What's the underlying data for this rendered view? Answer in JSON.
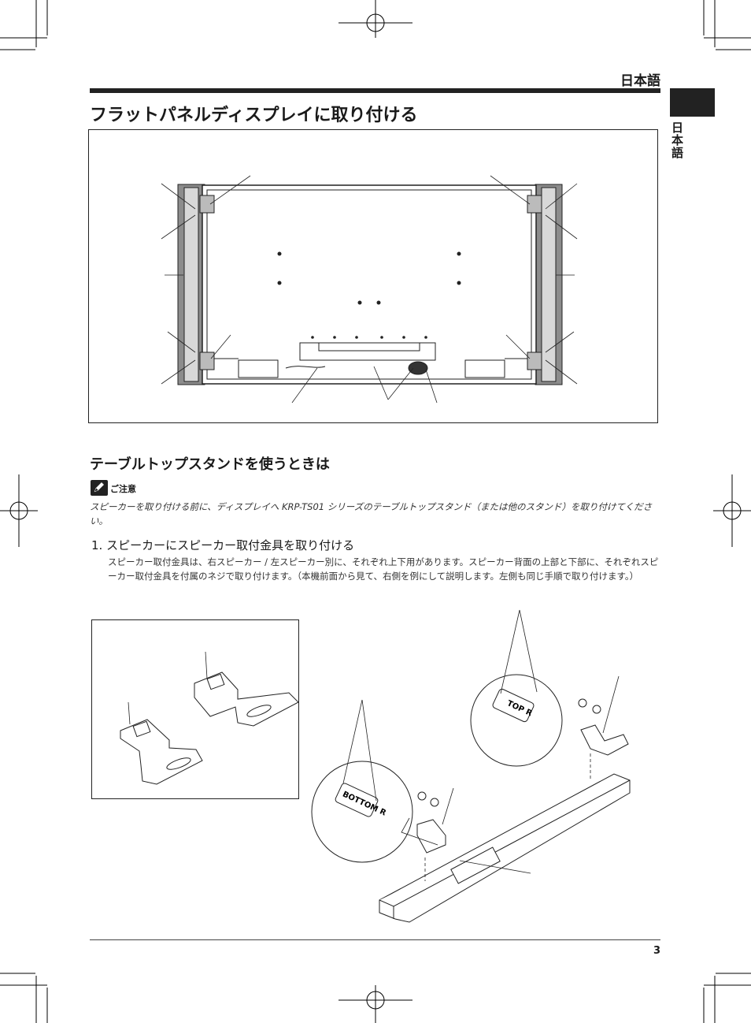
{
  "header": {
    "language": "日本語",
    "side_tab_label": "日本語"
  },
  "main": {
    "title": "フラットパネルディスプレイに取り付ける",
    "section_title": "テーブルトップスタンドを使うときは",
    "note": {
      "label": "ご注意",
      "text": "スピーカーを取り付ける前に、ディスプレイへ KRP-TS01 シリーズのテーブルトップスタンド（または他のスタンド）を取り付けてください。"
    },
    "step1": {
      "title": "1. スピーカーにスピーカー取付金具を取り付ける",
      "body": "スピーカー取付金具は、右スピーカー / 左スピーカー別に、それぞれ上下用があります。スピーカー背面の上部と下部に、それぞれスピーカー取付金具を付属のネジで取り付けます。（本機前面から見て、右側を例にして説明します。左側も同じ手順で取り付けます。）"
    },
    "figure2": {
      "bracket_top_label": "TOP R",
      "bracket_bottom_label": "BOTTOM R"
    }
  },
  "footer": {
    "page_number": "3"
  }
}
